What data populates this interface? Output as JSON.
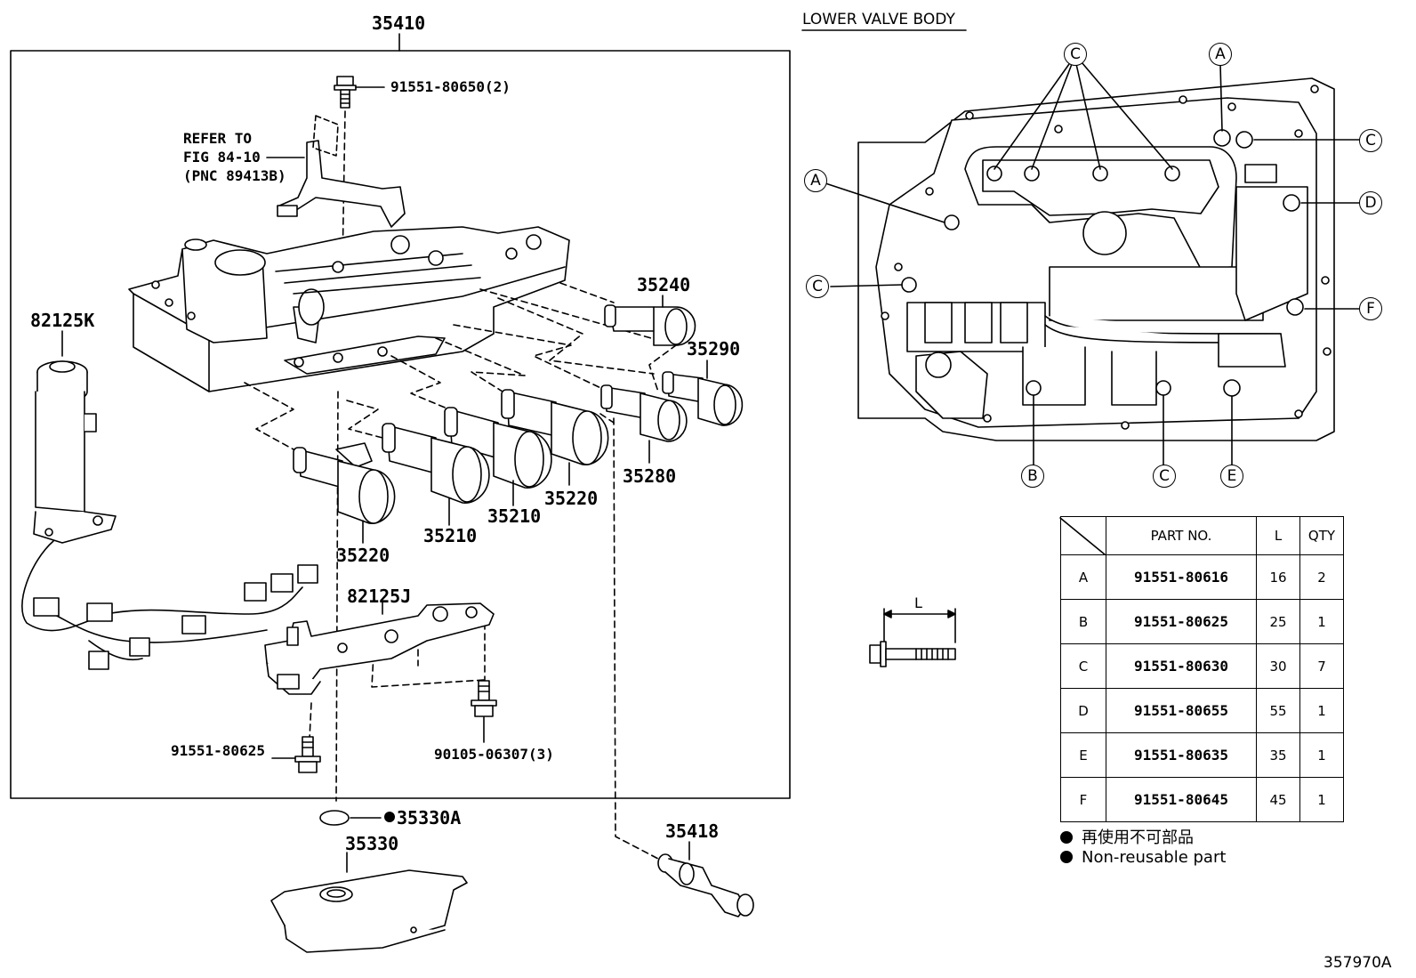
{
  "labels": {
    "assembly": "35410",
    "bolt_top": "91551-80650(2)",
    "refer_1": "REFER TO",
    "refer_2": "FIG 84-10",
    "refer_3": "(PNC 89413B)",
    "sensor": "82125K",
    "sol_35240": "35240",
    "sol_35290": "35290",
    "sol_35280": "35280",
    "sol_35220_a": "35220",
    "sol_35210_a": "35210",
    "sol_35210_b": "35210",
    "sol_35220_b": "35220",
    "harness": "82125J",
    "bolt_left": "91551-80625",
    "bolt_right": "90105-06307(3)",
    "oring": "35330A",
    "strainer": "35330",
    "tube": "35418",
    "lower_valve_body": "LOWER VALVE BODY",
    "dim_l": "L",
    "figure_id": "357970A"
  },
  "callouts": {
    "c_top": "C",
    "a_top": "A",
    "c_right_1": "C",
    "a_left": "A",
    "d_right": "D",
    "c_left": "C",
    "f_right": "F",
    "b_bottom": "B",
    "c_bottom": "C",
    "e_bottom": "E"
  },
  "table": {
    "headers": [
      "PART NO.",
      "L",
      "QTY"
    ],
    "rows": [
      {
        "key": "A",
        "part": "91551-80616",
        "l": "16",
        "qty": "2"
      },
      {
        "key": "B",
        "part": "91551-80625",
        "l": "25",
        "qty": "1"
      },
      {
        "key": "C",
        "part": "91551-80630",
        "l": "30",
        "qty": "7"
      },
      {
        "key": "D",
        "part": "91551-80655",
        "l": "55",
        "qty": "1"
      },
      {
        "key": "E",
        "part": "91551-80635",
        "l": "35",
        "qty": "1"
      },
      {
        "key": "F",
        "part": "91551-80645",
        "l": "45",
        "qty": "1"
      }
    ]
  },
  "legend": {
    "line_jp": "再使用不可部品",
    "line_en": "Non-reusable part"
  },
  "colors": {
    "ink": "#000000",
    "paper": "#ffffff"
  }
}
